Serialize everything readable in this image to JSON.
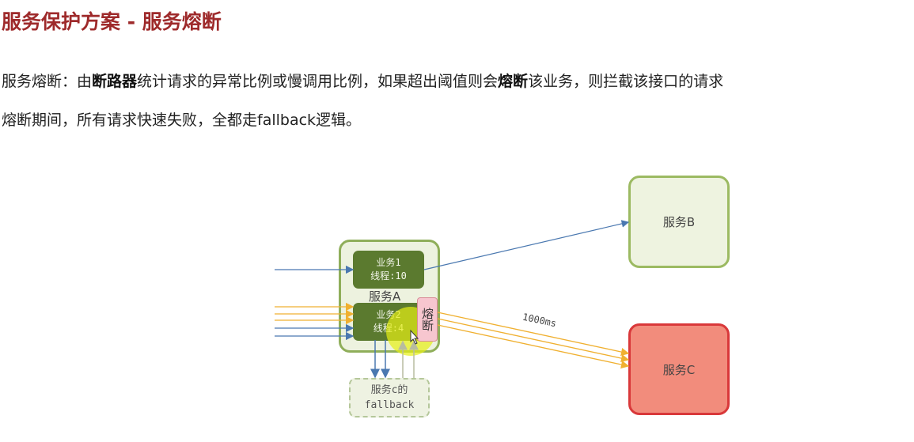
{
  "title": "服务保护方案 - 服务熔断",
  "paragraph1": {
    "prefix": "服务熔断：由",
    "bold1": "断路器",
    "middle": "统计请求的异常比例或慢调用比例，如果超出阈值则会",
    "bold2": "熔断",
    "suffix": "该业务，则拦截该接口的请求"
  },
  "paragraph2": "熔断期间，所有请求快速失败，全都走fallback逻辑。",
  "diagram": {
    "service_a": "服务A",
    "biz1": {
      "name": "业务1",
      "threads": "线程:10"
    },
    "biz2": {
      "name": "业务2",
      "threads": "线程:4"
    },
    "fuse": "熔断",
    "fallback": {
      "line1": "服务c的",
      "line2": "fallback"
    },
    "service_b": "服务B",
    "service_c": "服务C",
    "latency": "1000ms"
  }
}
